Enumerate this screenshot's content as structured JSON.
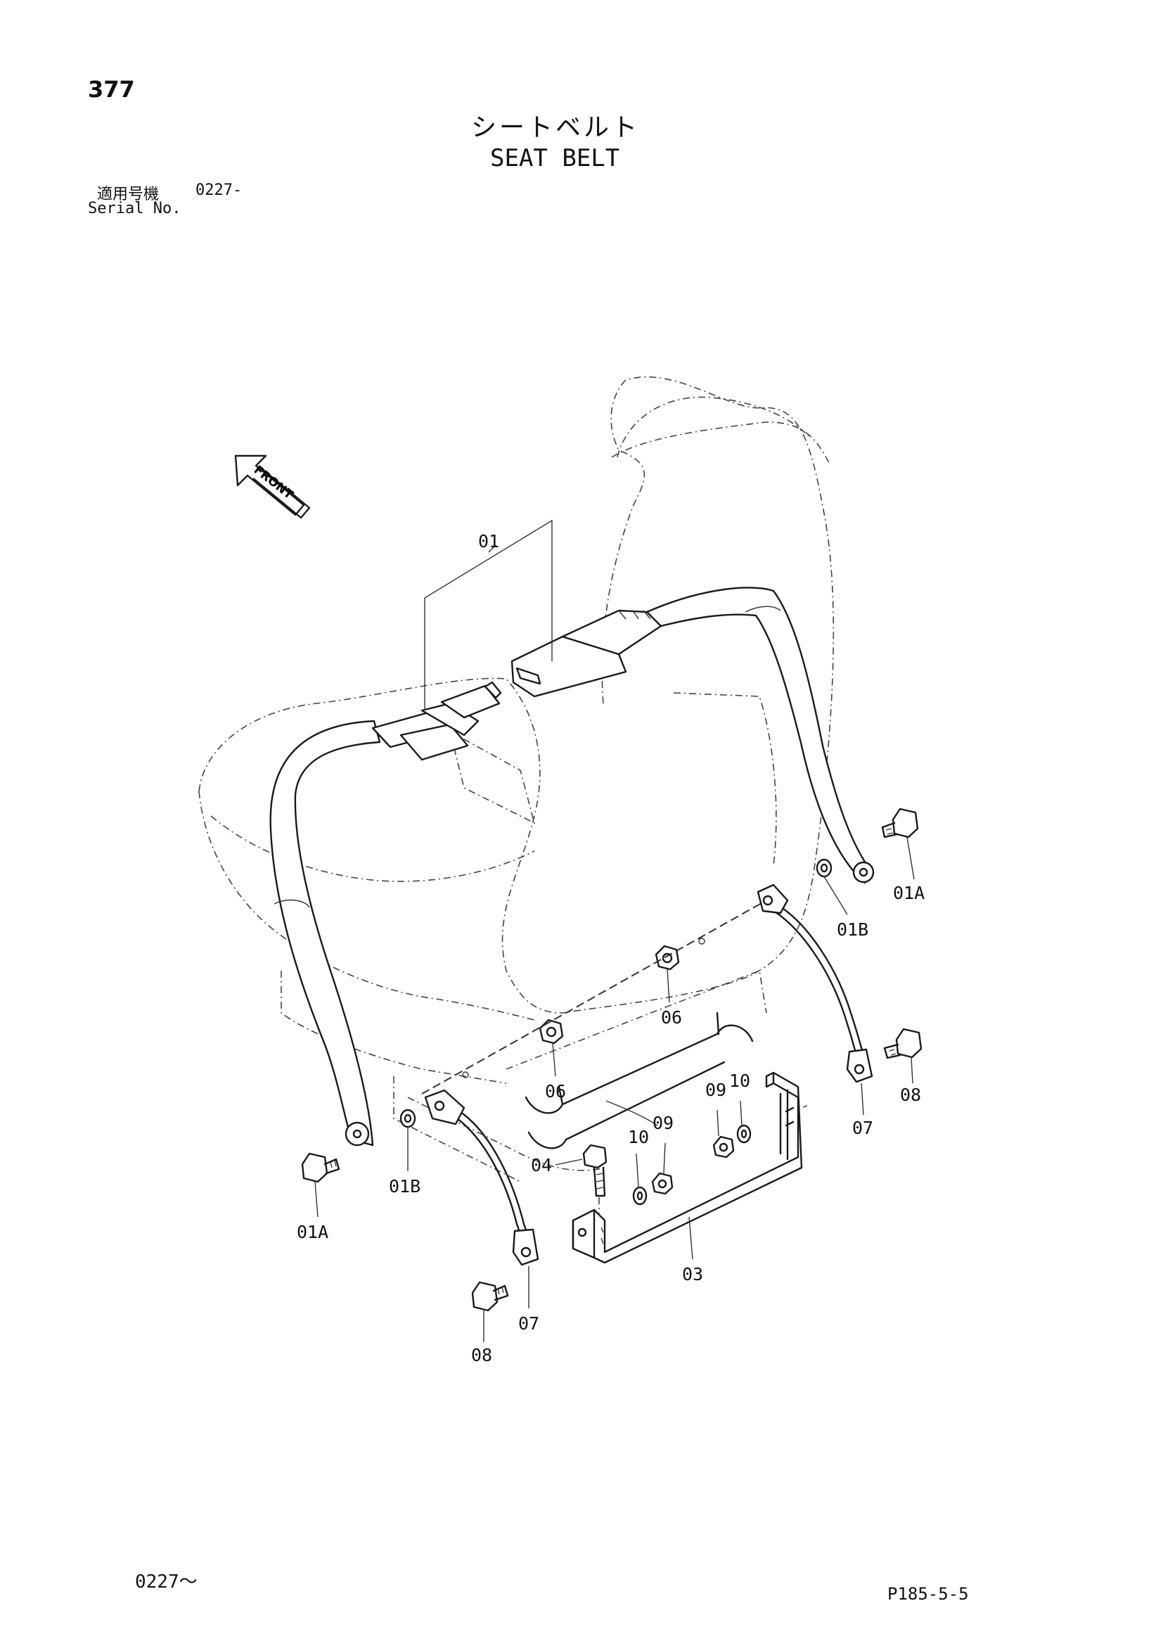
{
  "header": {
    "page_number": "377",
    "title_jp": "シートベルト",
    "title_en": "SEAT BELT",
    "applicable_label_jp": "適用号機",
    "applicable_serial": "0227-",
    "serial_label_en": "Serial No."
  },
  "front_marker": {
    "label": "FRONT",
    "icon": "front-arrow-icon"
  },
  "part_labels": {
    "p01": "01",
    "p01A_right": "01A",
    "p01A_left": "01A",
    "p01B_right": "01B",
    "p01B_left": "01B",
    "p03": "03",
    "p04": "04",
    "p06_top": "06",
    "p06_bottom": "06",
    "p07_right": "07",
    "p07_left": "07",
    "p08_right": "08",
    "p08_left": "08",
    "p09_left": "09",
    "p09_right": "09",
    "p10_left": "10",
    "p10_right": "10"
  },
  "footer": {
    "serial_range": "0227～",
    "page_code": "P185-5-5"
  }
}
